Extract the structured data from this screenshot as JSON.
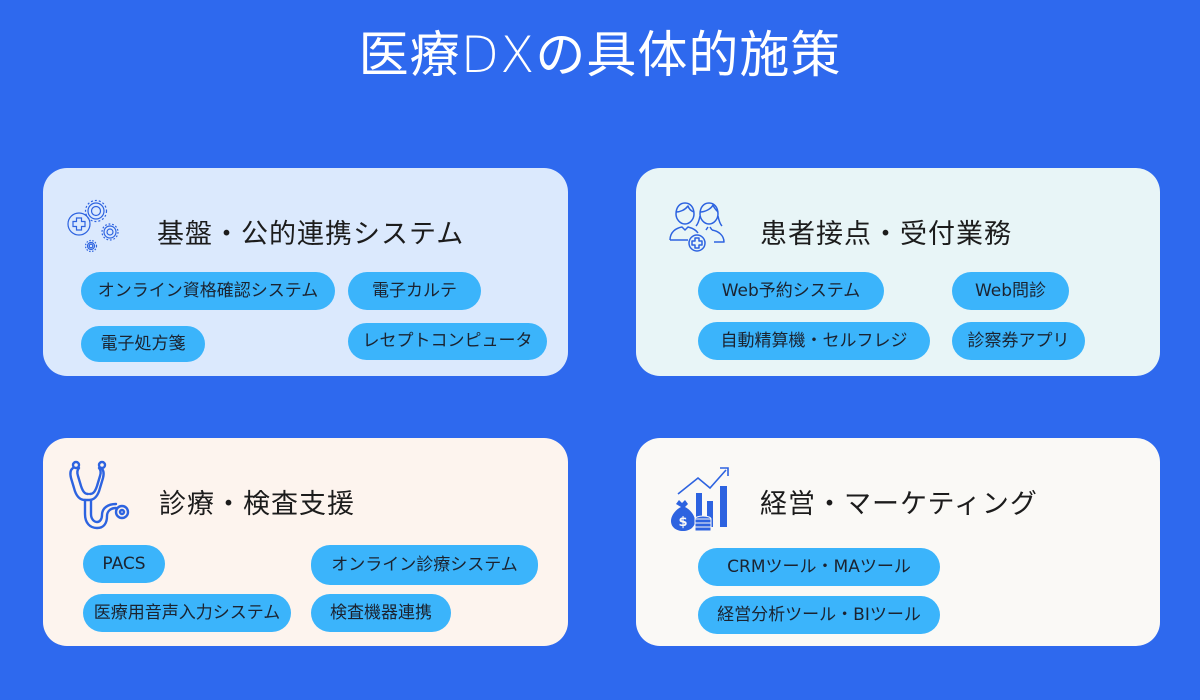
{
  "title": "医療DXの具体的施策",
  "colors": {
    "background": "#2e69ee",
    "pill": "#3bb4fb",
    "icon_stroke": "#2d63e0",
    "card_infra": "#dbe9fd",
    "card_patient": "#e8f5f7",
    "card_clinical": "#fdf4ee",
    "card_management": "#faf9f6"
  },
  "cards": [
    {
      "title": "基盤・公的連携システム",
      "icon": "gears-medical-cross-icon",
      "items": [
        "オンライン資格確認システム",
        "電子カルテ",
        "電子処方箋",
        "レセプトコンピュータ"
      ]
    },
    {
      "title": "患者接点・受付業務",
      "icon": "patients-medical-cross-icon",
      "items": [
        "Web予約システム",
        "Web問診",
        "自動精算機・セルフレジ",
        "診察券アプリ"
      ]
    },
    {
      "title": "診療・検査支援",
      "icon": "stethoscope-icon",
      "items": [
        "PACS",
        "オンライン診療システム",
        "医療用音声入力システム",
        "検査機器連携"
      ]
    },
    {
      "title": "経営・マーケティング",
      "icon": "growth-chart-money-icon",
      "items": [
        "CRMツール・MAツール",
        "経営分析ツール・BIツール"
      ]
    }
  ]
}
